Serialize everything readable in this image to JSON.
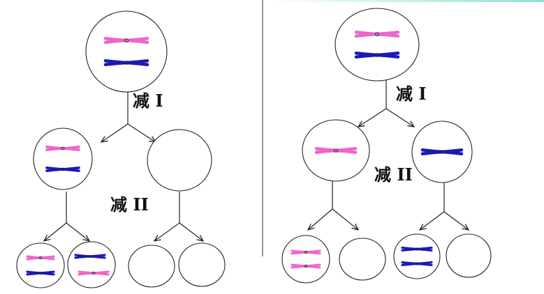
{
  "colors": {
    "pink_chromosome": "#ee66cc",
    "blue_chromosome": "#1a1ab4",
    "cell_outline": "#222222",
    "arrow": "#222222",
    "top_accent": "#8fe0d8"
  },
  "labels": {
    "meiosis_one": "减 I",
    "meiosis_two": "减 II"
  },
  "panels": [
    {
      "parent_cell": {
        "chromosomes": [
          "pink",
          "blue"
        ]
      },
      "daughter_cells": [
        {
          "chromosomes": [
            "pink",
            "blue"
          ]
        },
        {
          "chromosomes": []
        }
      ],
      "gametes": [
        {
          "chromosomes": [
            "pink",
            "blue"
          ]
        },
        {
          "chromosomes": [
            "blue",
            "pink"
          ]
        },
        {
          "chromosomes": []
        },
        {
          "chromosomes": []
        }
      ]
    },
    {
      "parent_cell": {
        "chromosomes": [
          "pink",
          "blue"
        ]
      },
      "daughter_cells": [
        {
          "chromosomes": [
            "pink"
          ]
        },
        {
          "chromosomes": [
            "blue"
          ]
        }
      ],
      "gametes": [
        {
          "chromosomes": [
            "pink",
            "pink"
          ]
        },
        {
          "chromosomes": []
        },
        {
          "chromosomes": [
            "blue",
            "blue"
          ]
        },
        {
          "chromosomes": []
        }
      ]
    }
  ]
}
